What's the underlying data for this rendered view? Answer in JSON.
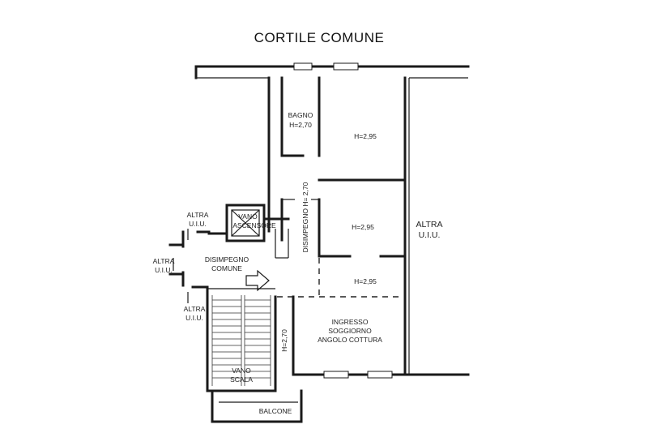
{
  "title": "CORTILE COMUNE",
  "rooms": {
    "bagno": {
      "name": "BAGNO",
      "height": "H=2,70"
    },
    "camera_top": {
      "height": "H=2,95"
    },
    "camera_mid": {
      "height": "H=2,95"
    },
    "zona_bottom": {
      "height": "H=2,95"
    },
    "disimpegno_int": {
      "label": "DISIMPEGNO H= 2,70"
    },
    "soggiorno": {
      "line1": "INGRESSO",
      "line2": "SOGGIORNO",
      "line3": "ANGOLO COTTURA",
      "height": "H=2,70"
    },
    "disimpegno_comune": {
      "line1": "DISIMPEGNO",
      "line2": "COMUNE"
    },
    "vano_ascensore": {
      "line1": "VANO",
      "line2": "ASCENSORE"
    },
    "vano_scala": {
      "line1": "VANO",
      "line2": "SCALA"
    },
    "balcone": {
      "name": "BALCONE"
    }
  },
  "altra_uiu": {
    "top": {
      "line1": "ALTRA",
      "line2": "U.I.U."
    },
    "left": {
      "line1": "ALTRA",
      "line2": "U.I.U."
    },
    "bottom": {
      "line1": "ALTRA",
      "line2": "U.I.U."
    },
    "right": {
      "line1": "ALTRA",
      "line2": "U.I.U."
    }
  }
}
